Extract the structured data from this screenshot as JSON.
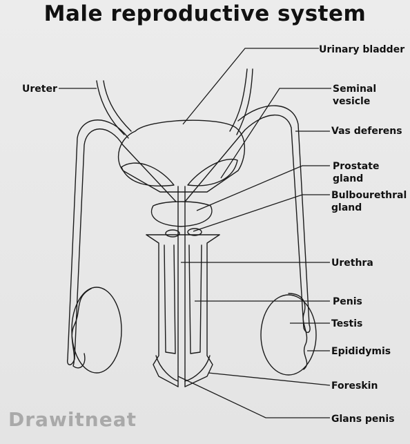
{
  "title": "Male reproductive system",
  "labels": {
    "urinary_bladder": "Urinary bladder",
    "ureter": "Ureter",
    "seminal_vesicle_1": "Seminal",
    "seminal_vesicle_2": "vesicle",
    "vas_deferens": "Vas deferens",
    "prostate_gland_1": "Prostate",
    "prostate_gland_2": "gland",
    "bulbourethral_gland_1": "Bulbourethral",
    "bulbourethral_gland_2": "gland",
    "urethra": "Urethra",
    "penis": "Penis",
    "testis": "Testis",
    "epididymis": "Epididymis",
    "foreskin": "Foreskin",
    "glans_penis": "Glans penis"
  },
  "watermark": "Drawitneat"
}
